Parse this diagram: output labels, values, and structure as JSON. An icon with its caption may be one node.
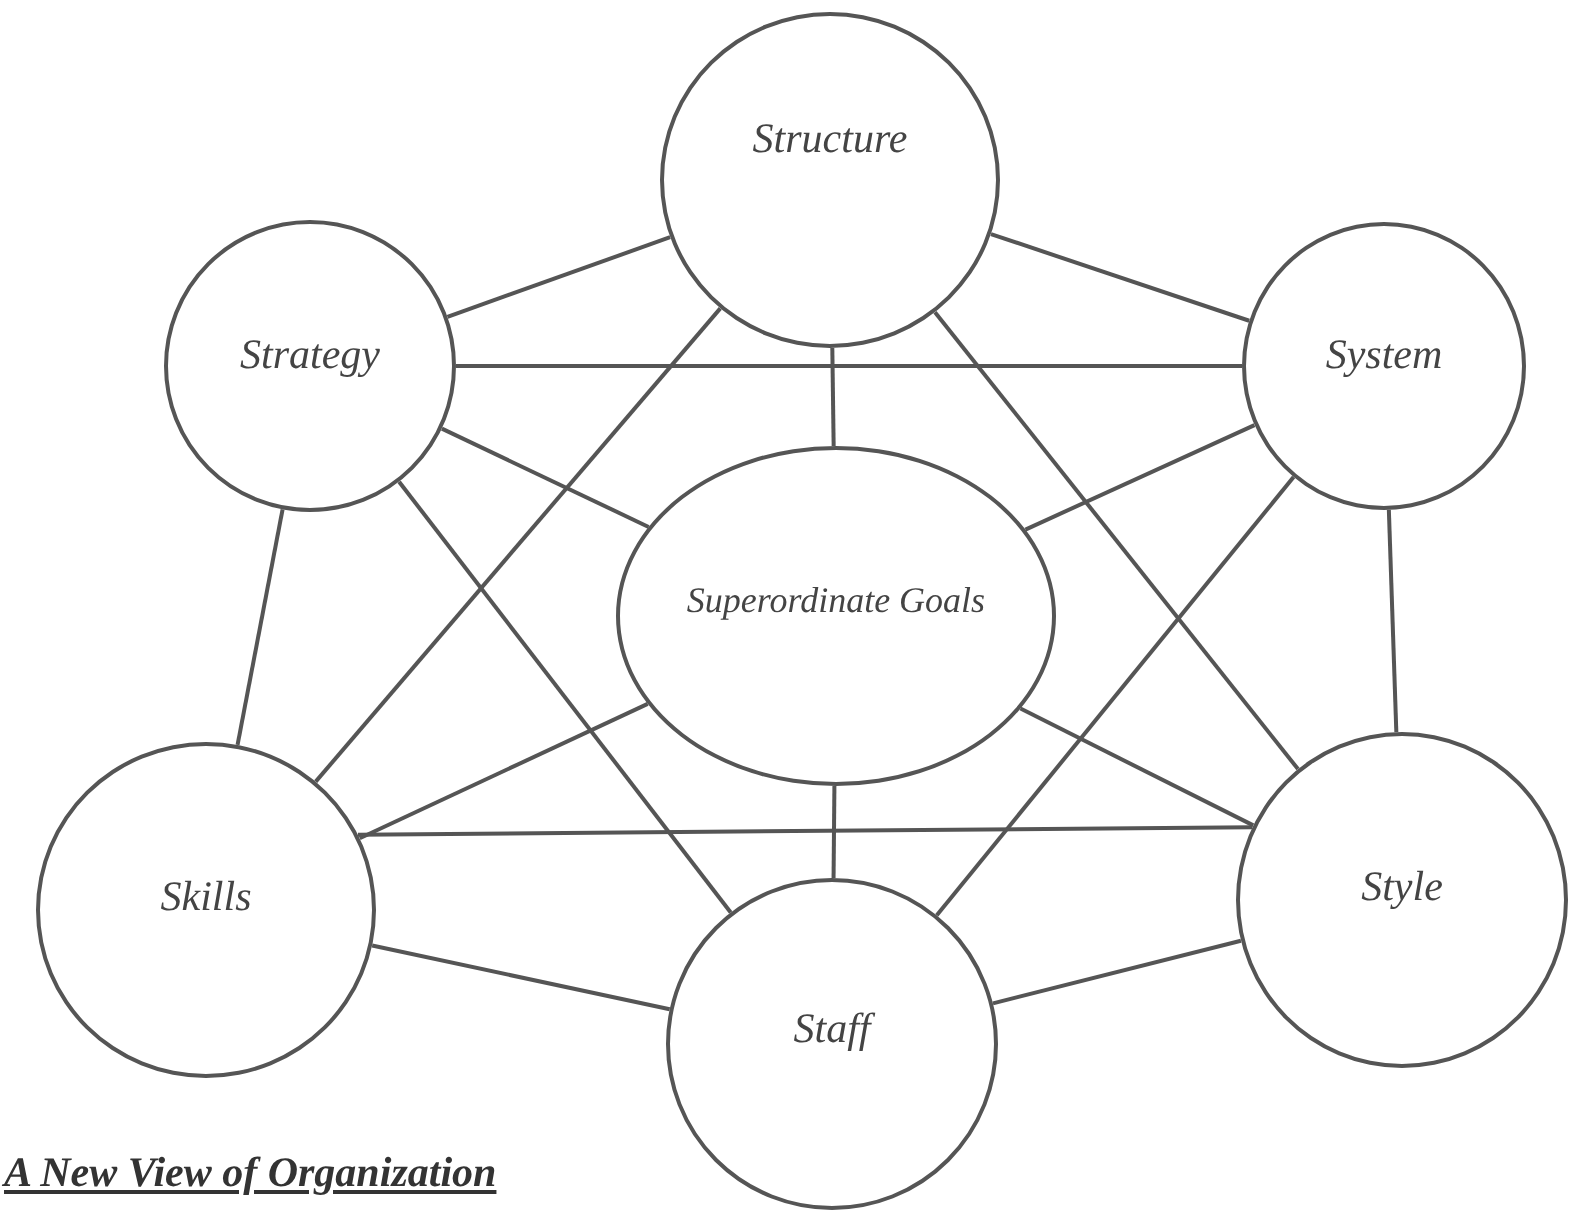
{
  "diagram": {
    "caption": "A New View of Organization",
    "nodes": [
      {
        "text": [
          "Structure"
        ]
      },
      {
        "text": [
          "Strategy"
        ]
      },
      {
        "text": [
          "System"
        ]
      },
      {
        "text": [
          "Superordinate Goals"
        ]
      },
      {
        "text": [
          "Skills"
        ]
      },
      {
        "text": [
          "Style"
        ]
      },
      {
        "text": [
          "Staff"
        ]
      }
    ],
    "edges": [
      {
        "from": 1,
        "to": 0,
        "arrow": "none"
      },
      {
        "from": 0,
        "to": 2,
        "arrow": "none"
      },
      {
        "from": 1,
        "to": 2,
        "arrow": "none"
      },
      {
        "from": 1,
        "to": 3,
        "arrow": "none"
      },
      {
        "from": 0,
        "to": 3,
        "arrow": "none"
      },
      {
        "from": 2,
        "to": 3,
        "arrow": "none"
      },
      {
        "from": 1,
        "to": 4,
        "arrow": "none"
      },
      {
        "from": 1,
        "to": 6,
        "arrow": "none"
      },
      {
        "from": 0,
        "to": 4,
        "arrow": "none"
      },
      {
        "from": 0,
        "to": 5,
        "arrow": "none"
      },
      {
        "from": 2,
        "to": 5,
        "arrow": "none"
      },
      {
        "from": 2,
        "to": 6,
        "arrow": "none"
      },
      {
        "from": 4,
        "to": 3,
        "arrow": "none"
      },
      {
        "from": 3,
        "to": 5,
        "arrow": "none"
      },
      {
        "from": 3,
        "to": 6,
        "arrow": "none"
      },
      {
        "from": 4,
        "to": 5,
        "arrow": "none"
      },
      {
        "from": 4,
        "to": 6,
        "arrow": "none"
      },
      {
        "from": 6,
        "to": 5,
        "arrow": "none"
      }
    ]
  }
}
